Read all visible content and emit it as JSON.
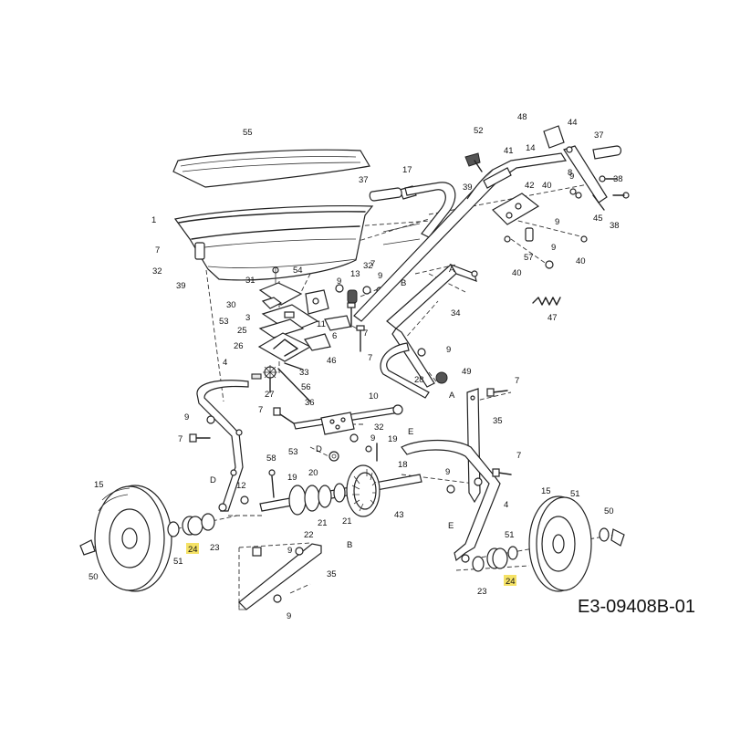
{
  "drawing_code": "E3-09408B-01",
  "highlight_color": "#f5e266",
  "callouts": [
    {
      "id": "c55",
      "text": "55"
    },
    {
      "id": "c1",
      "text": "1"
    },
    {
      "id": "c7a",
      "text": "7"
    },
    {
      "id": "c32a",
      "text": "32"
    },
    {
      "id": "c39a",
      "text": "39"
    },
    {
      "id": "c31",
      "text": "31"
    },
    {
      "id": "c54",
      "text": "54"
    },
    {
      "id": "c30",
      "text": "30"
    },
    {
      "id": "c53a",
      "text": "53"
    },
    {
      "id": "c3",
      "text": "3"
    },
    {
      "id": "c25",
      "text": "25"
    },
    {
      "id": "c26",
      "text": "26"
    },
    {
      "id": "c9a",
      "text": "9"
    },
    {
      "id": "c13",
      "text": "13"
    },
    {
      "id": "c32b",
      "text": "32"
    },
    {
      "id": "c9b",
      "text": "9"
    },
    {
      "id": "c11",
      "text": "11"
    },
    {
      "id": "c6",
      "text": "6"
    },
    {
      "id": "c46",
      "text": "46"
    },
    {
      "id": "c7b",
      "text": "7"
    },
    {
      "id": "c7c",
      "text": "7"
    },
    {
      "id": "c33",
      "text": "33"
    },
    {
      "id": "c27",
      "text": "27"
    },
    {
      "id": "c56",
      "text": "56"
    },
    {
      "id": "c4a",
      "text": "4"
    },
    {
      "id": "c36",
      "text": "36"
    },
    {
      "id": "c10",
      "text": "10"
    },
    {
      "id": "c7d",
      "text": "7"
    },
    {
      "id": "c9c",
      "text": "9"
    },
    {
      "id": "c7e",
      "text": "7"
    },
    {
      "id": "cDa",
      "text": "D"
    },
    {
      "id": "c53b",
      "text": "53"
    },
    {
      "id": "cDb",
      "text": "D"
    },
    {
      "id": "c32c",
      "text": "32"
    },
    {
      "id": "c9d",
      "text": "9"
    },
    {
      "id": "cE1",
      "text": "E"
    },
    {
      "id": "c19a",
      "text": "19"
    },
    {
      "id": "c58",
      "text": "58"
    },
    {
      "id": "c12",
      "text": "12"
    },
    {
      "id": "c19b",
      "text": "19"
    },
    {
      "id": "c20",
      "text": "20"
    },
    {
      "id": "c18",
      "text": "18"
    },
    {
      "id": "c15a",
      "text": "15"
    },
    {
      "id": "c22",
      "text": "22"
    },
    {
      "id": "c21a",
      "text": "21"
    },
    {
      "id": "c21b",
      "text": "21"
    },
    {
      "id": "c43",
      "text": "43"
    },
    {
      "id": "c51a",
      "text": "51"
    },
    {
      "id": "c24a",
      "text": "24"
    },
    {
      "id": "c23a",
      "text": "23"
    },
    {
      "id": "c50a",
      "text": "50"
    },
    {
      "id": "c9e",
      "text": "9"
    },
    {
      "id": "cB1",
      "text": "B"
    },
    {
      "id": "c35a",
      "text": "35"
    },
    {
      "id": "c9f",
      "text": "9"
    },
    {
      "id": "c52",
      "text": "52"
    },
    {
      "id": "c41",
      "text": "41"
    },
    {
      "id": "c14",
      "text": "14"
    },
    {
      "id": "c48",
      "text": "48"
    },
    {
      "id": "c44",
      "text": "44"
    },
    {
      "id": "c37a",
      "text": "37"
    },
    {
      "id": "c17",
      "text": "17"
    },
    {
      "id": "c37b",
      "text": "37"
    },
    {
      "id": "c39b",
      "text": "39"
    },
    {
      "id": "c8",
      "text": "8"
    },
    {
      "id": "c38a",
      "text": "38"
    },
    {
      "id": "c42",
      "text": "42"
    },
    {
      "id": "c40a",
      "text": "40"
    },
    {
      "id": "c9g",
      "text": "9"
    },
    {
      "id": "c38b",
      "text": "38"
    },
    {
      "id": "c45",
      "text": "45"
    },
    {
      "id": "c9h",
      "text": "9"
    },
    {
      "id": "c40b",
      "text": "40"
    },
    {
      "id": "c57",
      "text": "57"
    },
    {
      "id": "c40c",
      "text": "40"
    },
    {
      "id": "c9i",
      "text": "9"
    },
    {
      "id": "c7f",
      "text": "7"
    },
    {
      "id": "cB2",
      "text": "B"
    },
    {
      "id": "cA1",
      "text": "A"
    },
    {
      "id": "c34",
      "text": "34"
    },
    {
      "id": "c47",
      "text": "47"
    },
    {
      "id": "c9j",
      "text": "9"
    },
    {
      "id": "c49",
      "text": "49"
    },
    {
      "id": "c28",
      "text": "28"
    },
    {
      "id": "c7g",
      "text": "7"
    },
    {
      "id": "cA2",
      "text": "A"
    },
    {
      "id": "c35b",
      "text": "35"
    },
    {
      "id": "c7h",
      "text": "7"
    },
    {
      "id": "c9k",
      "text": "9"
    },
    {
      "id": "c4b",
      "text": "4"
    },
    {
      "id": "c15b",
      "text": "15"
    },
    {
      "id": "c51b",
      "text": "51"
    },
    {
      "id": "c50b",
      "text": "50"
    },
    {
      "id": "cE2",
      "text": "E"
    },
    {
      "id": "c51c",
      "text": "51"
    },
    {
      "id": "c23b",
      "text": "23"
    },
    {
      "id": "c24b",
      "text": "24"
    }
  ]
}
